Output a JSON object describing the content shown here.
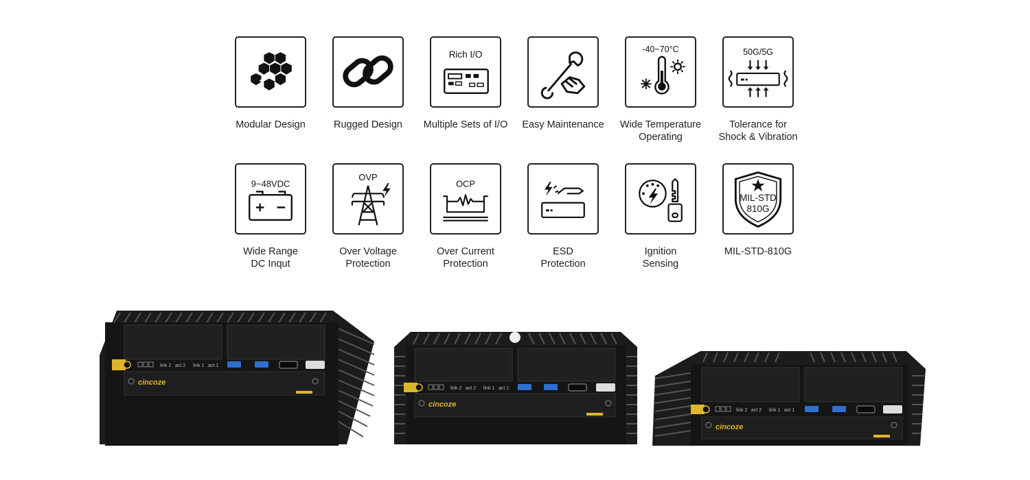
{
  "features": [
    {
      "icon": "honeycomb-modules-icon",
      "lines": [
        "Modular Design"
      ]
    },
    {
      "icon": "chain-link-icon",
      "lines": [
        "Rugged Design"
      ]
    },
    {
      "icon": "io-panel-icon",
      "icon_text": "Rich I/O",
      "lines": [
        "Multiple Sets of I/O"
      ]
    },
    {
      "icon": "wrench-hand-icon",
      "lines": [
        "Easy Maintenance"
      ]
    },
    {
      "icon": "thermometer-icon",
      "icon_text": "-40~70°C",
      "lines": [
        "Wide Temperature",
        "Operating"
      ]
    },
    {
      "icon": "shock-vibration-icon",
      "icon_text": "50G/5G",
      "lines": [
        "Tolerance for",
        "Shock & Vibration"
      ]
    },
    {
      "icon": "battery-icon",
      "icon_text": "9~48VDC",
      "lines": [
        "Wide Range",
        "DC Inqut"
      ]
    },
    {
      "icon": "power-tower-icon",
      "icon_text": "OVP",
      "lines": [
        "Over Voltage",
        "Protection"
      ]
    },
    {
      "icon": "current-wave-icon",
      "icon_text": "OCP",
      "lines": [
        "Over Current",
        "Protection"
      ]
    },
    {
      "icon": "esd-hand-icon",
      "lines": [
        "ESD",
        "Protection"
      ]
    },
    {
      "icon": "ignition-key-icon",
      "lines": [
        "Ignition",
        "Sensing"
      ]
    },
    {
      "icon": "mil-shield-icon",
      "icon_text_lines": [
        "MIL-STD",
        "810G"
      ],
      "lines": [
        "MIL-STD-810G"
      ]
    }
  ],
  "devices": [
    {
      "brand": "cincoze",
      "port_labels": [
        "link 2",
        "act 2",
        "link 1",
        "act 1"
      ]
    },
    {
      "brand": "cincoze",
      "port_labels": [
        "link 2",
        "act 2",
        "link 1",
        "act 1"
      ]
    },
    {
      "brand": "cincoze",
      "port_labels": [
        "link 2",
        "act 2",
        "link 1",
        "act 1"
      ]
    }
  ],
  "colors": {
    "accent": "#e0b52b",
    "case": "#1c1c1c",
    "fin": "#2a2a2a",
    "port_blue": "#2f6fd1"
  }
}
